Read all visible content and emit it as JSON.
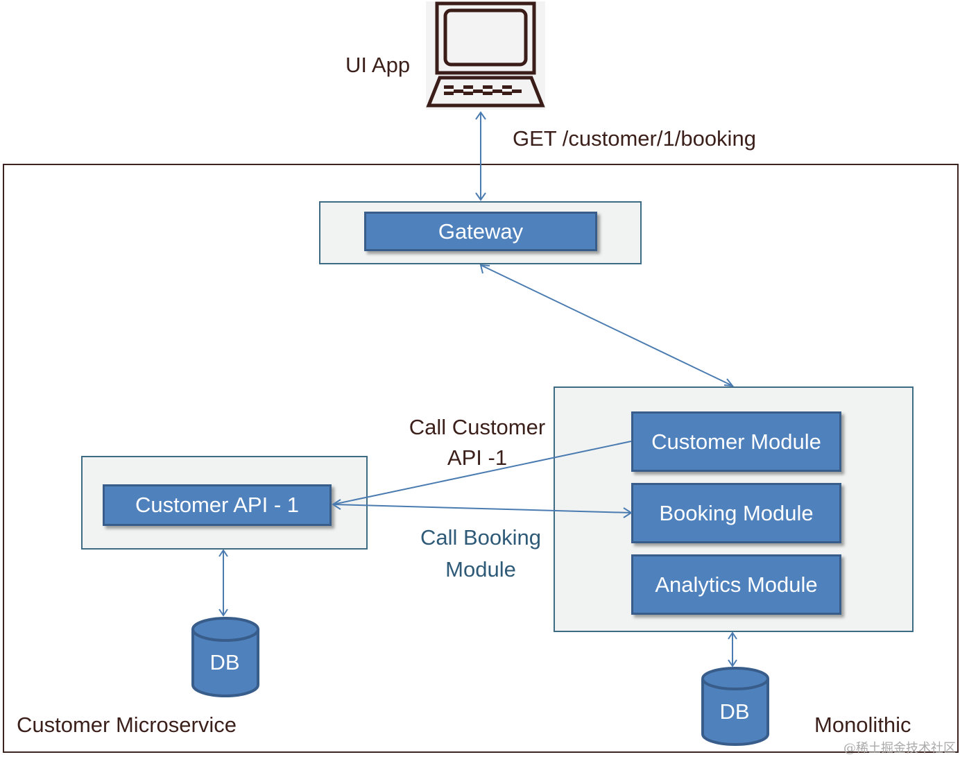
{
  "client": {
    "label": "UI App",
    "icon": "computer-terminal-icon",
    "request": "GET /customer/1/booking"
  },
  "gateway": {
    "label": "Gateway"
  },
  "customer_microservice": {
    "container_label": "Customer Microservice",
    "api_label": "Customer API - 1",
    "db_label": "DB"
  },
  "monolithic": {
    "container_label": "Monolithic",
    "modules": [
      "Customer Module",
      "Booking Module",
      "Analytics Module"
    ],
    "db_label": "DB"
  },
  "edge_labels": {
    "call_customer_line1": "Call Customer",
    "call_customer_line2": "API -1",
    "call_booking_line1": "Call Booking",
    "call_booking_line2": "Module"
  },
  "watermark": "@稀土掘金技术社区",
  "colors": {
    "block_fill": "#4f81bd",
    "block_border": "#385d8a",
    "panel_fill": "#f1f2f2",
    "text_dark": "#3b1f1a",
    "arrow": "#4a7bb0"
  }
}
